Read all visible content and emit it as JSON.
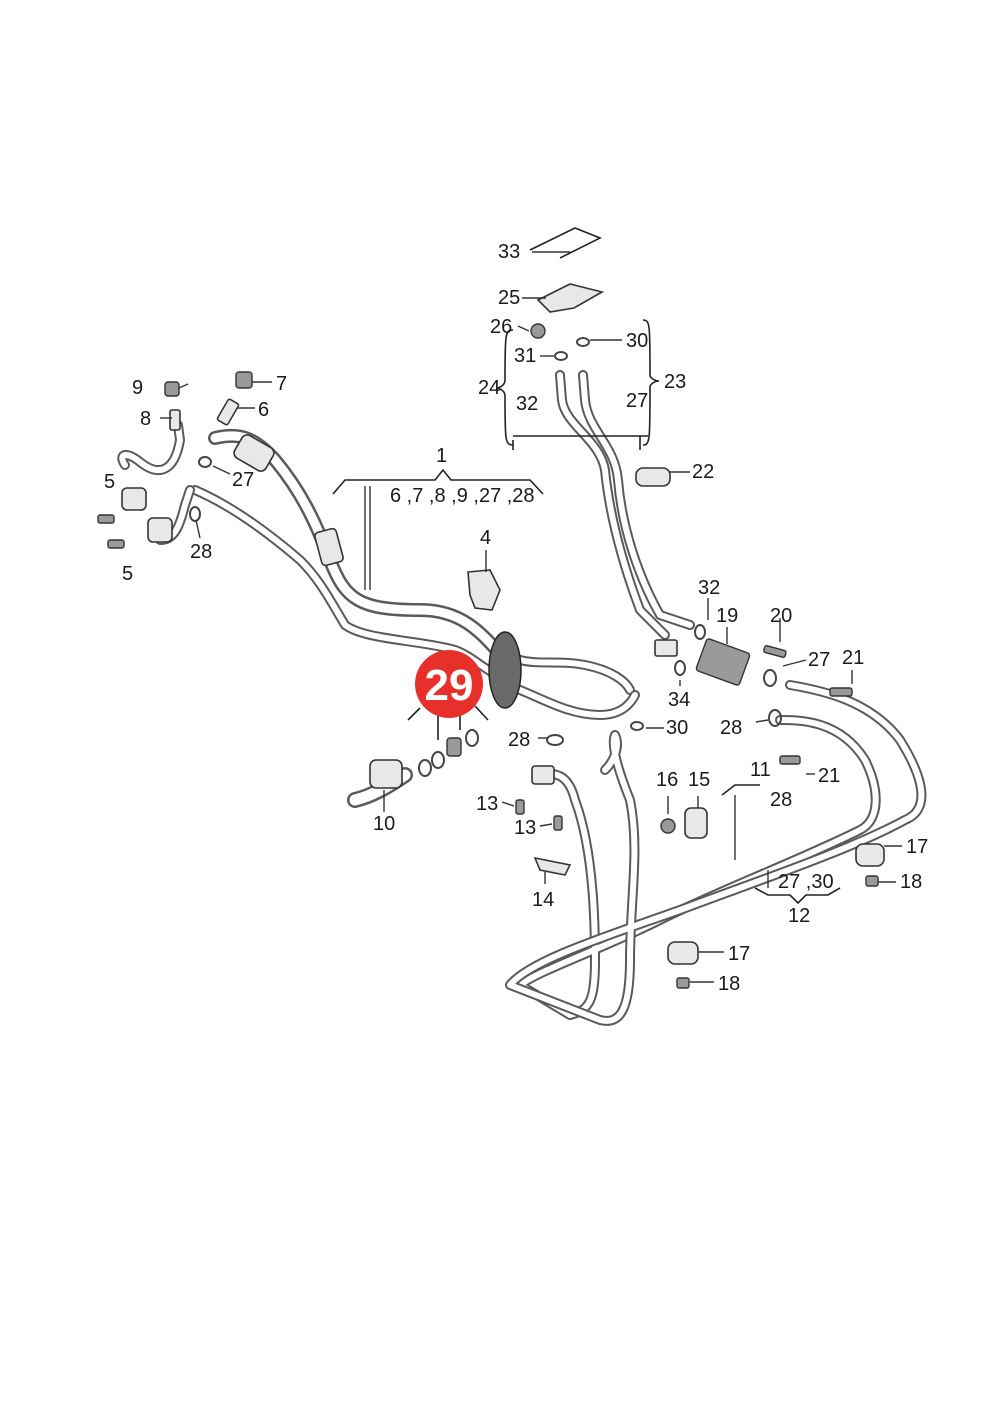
{
  "diagram": {
    "highlight": {
      "label": "29",
      "color": "#e8302a"
    },
    "part_numbers": [
      "1",
      "6 ,7 ,8 ,9 ,27 ,28",
      "4",
      "5",
      "5",
      "6",
      "7",
      "8",
      "9",
      "27",
      "28",
      "10",
      "11",
      "28",
      "12",
      "27 ,30",
      "13",
      "13",
      "14",
      "15",
      "16",
      "17",
      "18",
      "17",
      "18",
      "19",
      "20",
      "21",
      "21",
      "22",
      "23",
      "24",
      "32",
      "27",
      "25",
      "26",
      "31",
      "30",
      "33",
      "32",
      "34",
      "28",
      "28",
      "27",
      "30"
    ]
  }
}
